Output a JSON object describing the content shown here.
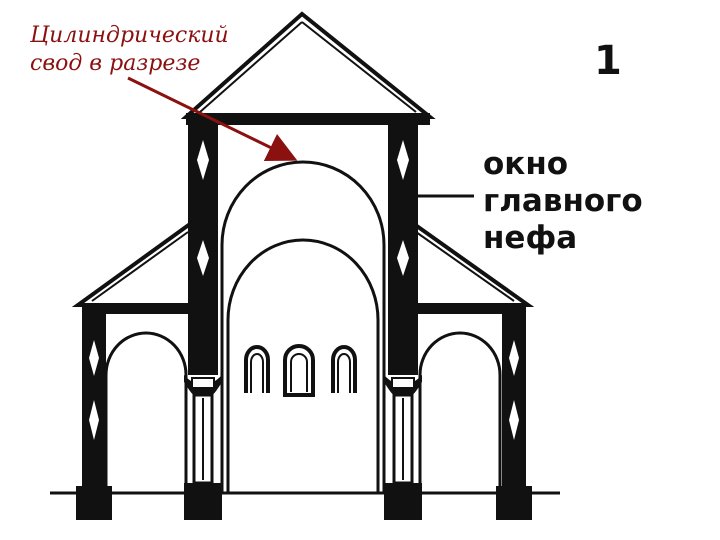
{
  "callout": {
    "line1": "Цилиндрический",
    "line2": "свод в разрезе",
    "color": "#8b1010"
  },
  "figure_number": "1",
  "window_label": {
    "line1": "окно",
    "line2": "главного",
    "line3": "нефа"
  },
  "colors": {
    "ink": "#111111",
    "paper": "#ffffff",
    "arrow": "#8b1010"
  }
}
